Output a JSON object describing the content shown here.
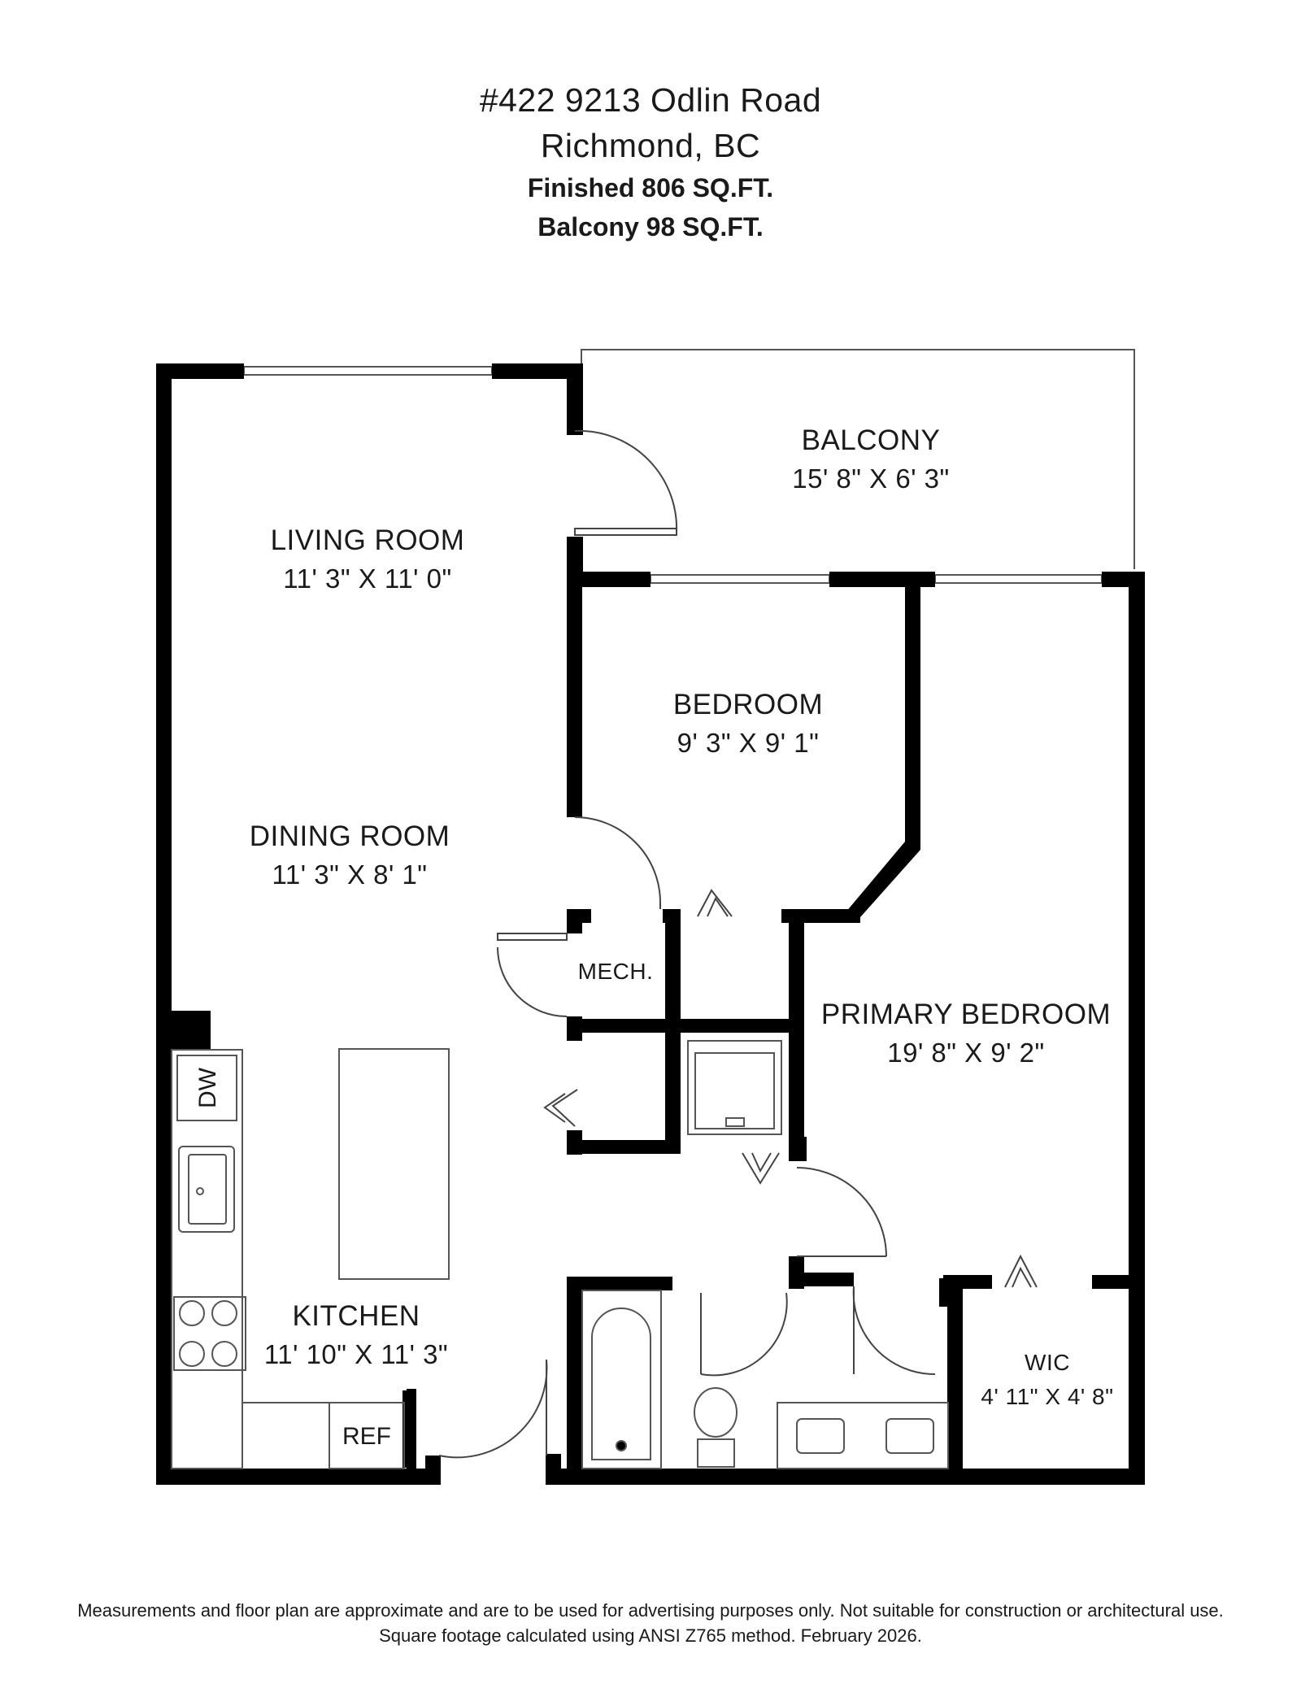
{
  "header": {
    "address": "#422 9213 Odlin Road",
    "city": "Richmond, BC",
    "finished": "Finished  806 SQ.FT.",
    "balcony": "Balcony  98 SQ.FT."
  },
  "rooms": {
    "balcony": {
      "name": "BALCONY",
      "dims": "15' 8\" X 6' 3\""
    },
    "living": {
      "name": "LIVING ROOM",
      "dims": "11' 3\" X 11' 0\""
    },
    "bedroom": {
      "name": "BEDROOM",
      "dims": "9' 3\" X 9' 1\""
    },
    "dining": {
      "name": "DINING ROOM",
      "dims": "11' 3\" X 8' 1\""
    },
    "mech": {
      "name": "MECH."
    },
    "primary": {
      "name": "PRIMARY BEDROOM",
      "dims": "19' 8\" X 9' 2\""
    },
    "kitchen": {
      "name": "KITCHEN",
      "dims": "11' 10\" X 11' 3\""
    },
    "wic": {
      "name": "WIC",
      "dims": "4' 11\" X 4' 8\""
    }
  },
  "appliances": {
    "dw": "DW",
    "ref": "REF"
  },
  "footer": {
    "line1": "Measurements and floor plan are approximate and are to be used for advertising purposes only. Not suitable for construction or architectural use.",
    "line2": "Square footage calculated using ANSI Z765 method. February 2026."
  },
  "colors": {
    "wall": "#000000",
    "line": "#555555",
    "background": "#ffffff"
  }
}
